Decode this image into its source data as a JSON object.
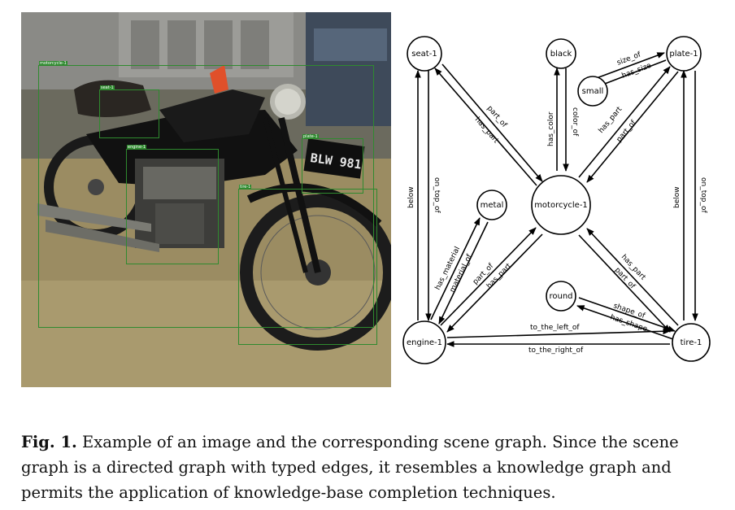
{
  "photo": {
    "boxes": [
      {
        "tag": "motorcycle-1"
      },
      {
        "tag": "seat-1"
      },
      {
        "tag": "engine-1"
      },
      {
        "tag": "plate-1"
      },
      {
        "tag": "tire-1"
      }
    ],
    "plate_text": "BLW 981"
  },
  "graph": {
    "nodes": {
      "seat": "seat-1",
      "black": "black",
      "plate": "plate-1",
      "small": "small",
      "metal": "metal",
      "motorcycle": "motorcycle-1",
      "round": "round",
      "engine": "engine-1",
      "tire": "tire-1"
    },
    "edges": {
      "size_of": "size_of",
      "has_size": "has_size",
      "seat_part_of": "part_of",
      "seat_has_part": "has_part",
      "has_color": "has_color",
      "color_of": "color_of",
      "plate_has_part": "has_part",
      "plate_part_of": "part_of",
      "seat_below": "below",
      "seat_on_top_of": "on_top_of",
      "plate_below": "below",
      "plate_on_top_of": "on_top_of",
      "has_material": "has_material",
      "material_of": "material_of",
      "engine_part_of": "part_of",
      "engine_has_part": "has_part",
      "tire_has_part": "has_part",
      "tire_part_of": "part_of",
      "shape_of": "shape_of",
      "has_shape": "has_shape",
      "to_the_left_of": "to_the_left_of",
      "to_the_right_of": "to_the_right_of"
    }
  },
  "caption": {
    "fig_label": "Fig. 1.",
    "line1": "Example of an image and the corresponding scene graph. Since the scene",
    "line2": "graph is a directed graph with typed edges, it resembles a knowledge graph and",
    "line3": "permits the application of knowledge-base completion techniques.",
    "line3_visible": "permits the application of knowledge-base completion techn"
  }
}
